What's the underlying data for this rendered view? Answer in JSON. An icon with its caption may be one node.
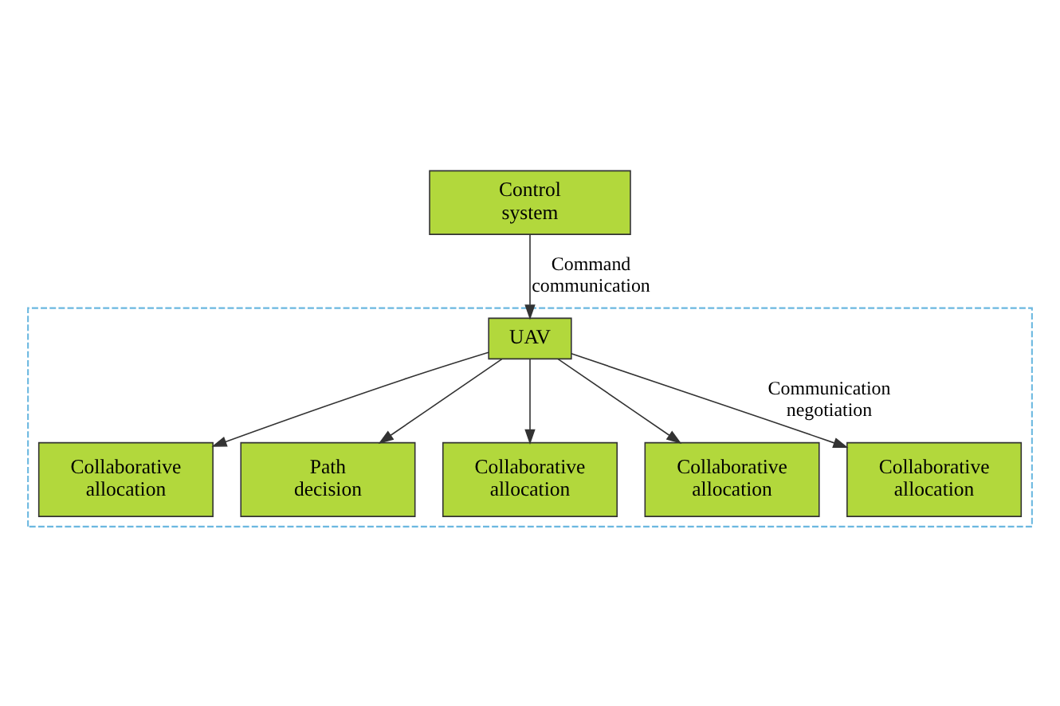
{
  "diagram": {
    "nodes": [
      {
        "text": [
          "Control system"
        ]
      },
      {
        "text": [],
        "shape": "box"
      },
      {
        "text": [
          "UAV"
        ],
        "in": 1
      },
      {
        "text": [
          "Collaborative allocation"
        ],
        "in": 1
      },
      {
        "text": [
          "Path decision"
        ],
        "in": 1
      },
      {
        "text": [
          "Collaborative allocation"
        ],
        "in": 1
      },
      {
        "text": [
          "Collaborative allocation"
        ],
        "in": 1
      },
      {
        "text": [
          "Collaborative allocation"
        ],
        "in": 1
      }
    ],
    "edges": [
      {
        "from": 0,
        "to": 2,
        "arrow": "to",
        "label": "Command communication"
      },
      {
        "from": 2,
        "to": 3,
        "arrow": "to"
      },
      {
        "from": 2,
        "to": 4,
        "arrow": "to"
      },
      {
        "from": 2,
        "to": 5,
        "arrow": "to"
      },
      {
        "from": 2,
        "to": 6,
        "arrow": "to"
      },
      {
        "from": 2,
        "to": 7,
        "arrow": "to",
        "label": "Communication negotiation"
      }
    ]
  }
}
